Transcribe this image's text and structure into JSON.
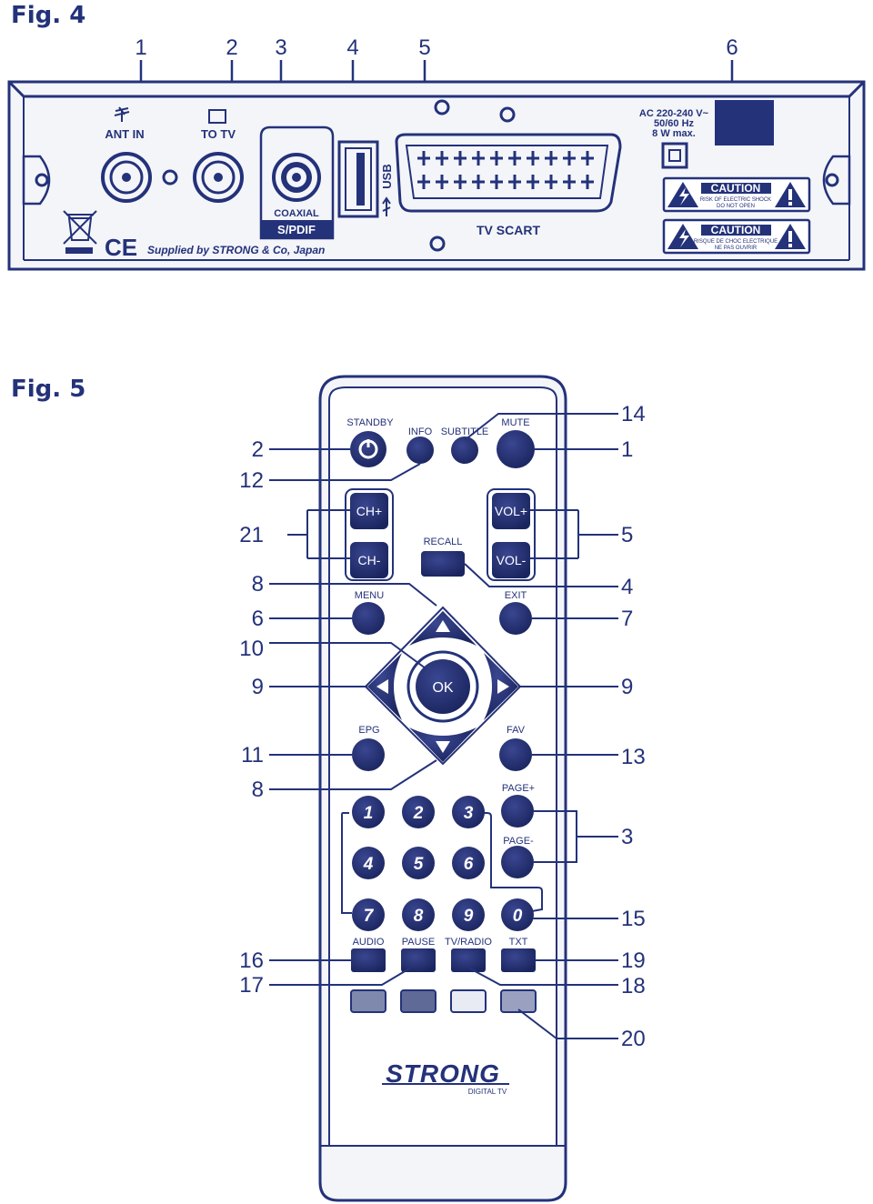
{
  "colors": {
    "ink": "#24327a",
    "paper": "#ffffff",
    "panel": "#f4f5f9"
  },
  "fig4": {
    "title": "Fig. 4",
    "callouts": [
      "1",
      "2",
      "3",
      "4",
      "5",
      "6"
    ],
    "labels": {
      "ant_in": "ANT IN",
      "to_tv": "TO TV",
      "coaxial": "COAXIAL",
      "spdif": "S/PDIF",
      "usb": "USB",
      "tv_scart": "TV SCART",
      "power_line1": "AC 220-240 V~",
      "power_line2": "50/60 Hz",
      "power_line3": "8 W max.",
      "supplied": "Supplied by STRONG & Co, Japan",
      "ce": "CE",
      "caution1_title": "CAUTION",
      "caution1_line1": "RISK OF ELECTRIC SHOCK",
      "caution1_line2": "DO NOT OPEN",
      "caution2_title": "CAUTION",
      "caution2_line1": "RISQUE DE CHOC ELECTRIQUE",
      "caution2_line2": "NE PAS OUVRIR"
    }
  },
  "fig5": {
    "title": "Fig. 5",
    "buttons": {
      "standby": "STANDBY",
      "info": "INFO",
      "subtitle": "SUBTITLE",
      "mute": "MUTE",
      "ch_plus": "CH+",
      "ch_minus": "CH-",
      "vol_plus": "VOL+",
      "vol_minus": "VOL-",
      "recall": "RECALL",
      "menu": "MENU",
      "exit": "EXIT",
      "ok": "OK",
      "epg": "EPG",
      "fav": "FAV",
      "page_plus": "PAGE+",
      "page_minus": "PAGE-",
      "audio": "AUDIO",
      "pause": "PAUSE",
      "tv_radio": "TV/RADIO",
      "txt": "TXT",
      "digits": [
        "1",
        "2",
        "3",
        "4",
        "5",
        "6",
        "7",
        "8",
        "9",
        "0"
      ]
    },
    "brand": "STRONG",
    "brand_sub": "DIGITAL TV",
    "callouts": {
      "c14": "14",
      "c1": "1",
      "c2": "2",
      "c12": "12",
      "c21": "21",
      "c5": "5",
      "c4": "4",
      "c8a": "8",
      "c6": "6",
      "c7": "7",
      "c10": "10",
      "c9a": "9",
      "c9b": "9",
      "c11": "11",
      "c13": "13",
      "c8b": "8",
      "c3": "3",
      "c15": "15",
      "c16": "16",
      "c19": "19",
      "c17": "17",
      "c18": "18",
      "c20": "20"
    },
    "color_keys": [
      "#7f89ad",
      "#5f6a96",
      "#e8ebf4",
      "#9aa1c0"
    ]
  }
}
